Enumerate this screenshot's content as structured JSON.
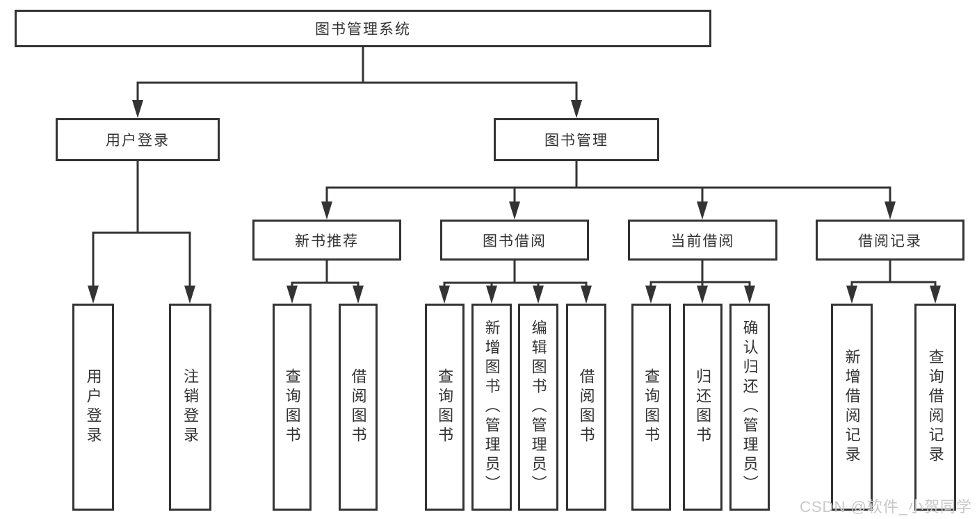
{
  "tree": {
    "root": {
      "label": "图书管理系统"
    },
    "children": [
      {
        "label": "用户登录",
        "children": [
          {
            "label": "用户登录"
          },
          {
            "label": "注销登录"
          }
        ]
      },
      {
        "label": "图书管理",
        "children": [
          {
            "label": "新书推荐",
            "children": [
              {
                "label": "查询图书"
              },
              {
                "label": "借阅图书"
              }
            ]
          },
          {
            "label": "图书借阅",
            "children": [
              {
                "label": "查询图书"
              },
              {
                "label": "新增图书（管理员）"
              },
              {
                "label": "编辑图书（管理员）"
              },
              {
                "label": "借阅图书"
              }
            ]
          },
          {
            "label": "当前借阅",
            "children": [
              {
                "label": "查询图书"
              },
              {
                "label": "归还图书"
              },
              {
                "label": "确认归还（管理员）"
              }
            ]
          },
          {
            "label": "借阅记录",
            "children": [
              {
                "label": "新增借阅记录"
              },
              {
                "label": "查询借阅记录"
              }
            ]
          }
        ]
      }
    ]
  },
  "watermark": {
    "text": "CSDN @软件_小贺同学",
    "color": "#c8c8c8"
  },
  "colors": {
    "line": "#333333",
    "box_border": "#333333",
    "box_fill": "#ffffff",
    "text": "#333333"
  }
}
